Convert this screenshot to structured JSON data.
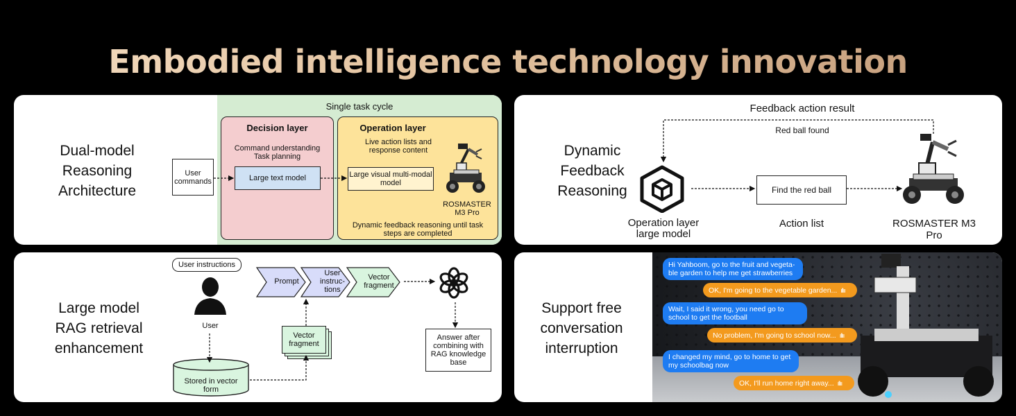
{
  "title": "Embodied intelligence technology innovation",
  "panel1": {
    "title": "Dual-model Reasoning Architecture",
    "cycle": "Single task cycle",
    "decision_title": "Decision layer",
    "decision_desc": "Command understanding Task planning",
    "user_commands": "User commands",
    "large_text_model": "Large text model",
    "operation_title": "Operation layer",
    "operation_desc": "Live action lists and response content",
    "visual_model": "Large visual multi-modal model",
    "robot": "ROSMASTER M3 Pro",
    "feedback_note": "Dynamic feedback reasoning until task steps are completed"
  },
  "panel2": {
    "title": "Dynamic Feedback Reasoning",
    "feedback_result": "Feedback action result",
    "red_ball_found": "Red ball found",
    "find_red_ball": "Find the red ball",
    "op_large_model": "Operation layer large model",
    "action_list": "Action list",
    "robot": "ROSMASTER M3 Pro"
  },
  "panel3": {
    "title": "Large model RAG retrieval enhancement",
    "user_instructions_bubble": "User instructions",
    "user": "User",
    "prompt": "Prompt",
    "user_instructions": "User instruc-tions",
    "vector_fragment_chevron": "Vector fragment",
    "vector_fragment_stack": "Vector fragment",
    "stored": "Stored in vector form",
    "answer": "Answer after combining with RAG knowledge base"
  },
  "panel4": {
    "title": "Support free conversation interruption",
    "messages": [
      {
        "side": "blue",
        "text": "Hi Yahboom, go to the fruit and vegeta-ble garden to help me get strawberries"
      },
      {
        "side": "orange",
        "text": "OK, I'm going to the vegetable garden..."
      },
      {
        "side": "blue",
        "text": "Wait, I said it wrong, you need go to school to get the football"
      },
      {
        "side": "orange",
        "text": "No problem, I'm going to school now..."
      },
      {
        "side": "blue",
        "text": "I changed my mind, go to home to get my schoolbag now"
      },
      {
        "side": "orange",
        "text": "OK, I'll run home right away..."
      }
    ]
  },
  "colors": {
    "cycle_bg": "#d5ecd2",
    "decision_bg": "#f4cdcf",
    "operation_bg": "#fde39a",
    "text_model_bg": "#cfe1f4",
    "visual_model_bg": "#fff3cf",
    "chevron_blue": "#d8dcfa",
    "chevron_green": "#d9f5df",
    "bubble_blue": "#1e7cf2",
    "bubble_orange": "#f39a1e"
  }
}
